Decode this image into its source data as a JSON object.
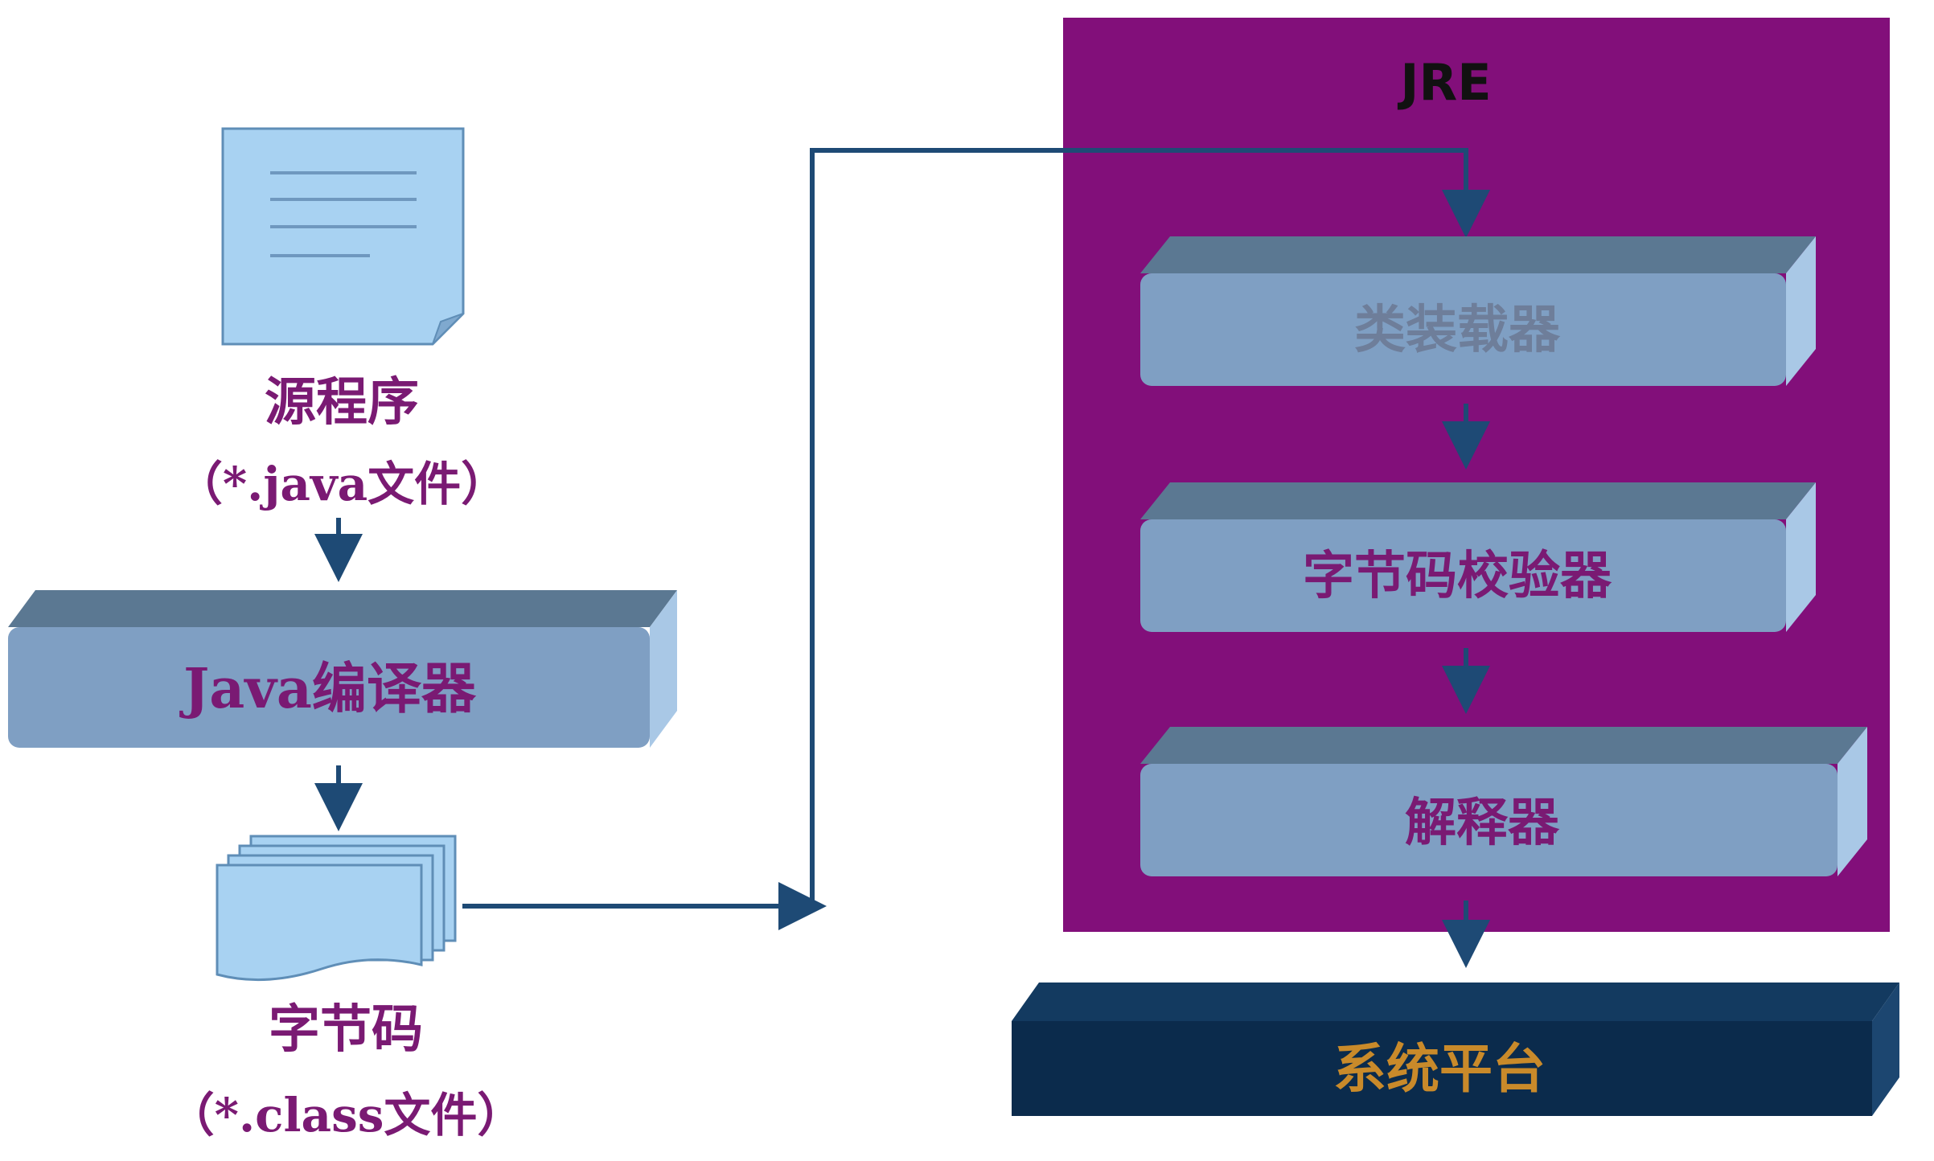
{
  "source": {
    "title": "源程序",
    "subtitle": "（*.java文件）"
  },
  "compiler": {
    "label": "Java编译器"
  },
  "bytecode": {
    "title": "字节码",
    "subtitle": "（*.class文件）"
  },
  "jre": {
    "title": "JRE",
    "components": [
      {
        "label": "类装载器"
      },
      {
        "label": "字节码校验器"
      },
      {
        "label": "解释器"
      }
    ]
  },
  "platform": {
    "label": "系统平台"
  },
  "colors": {
    "jre_background": "#820f7a",
    "block_face": "#7f9fc3",
    "block_top": "#5b7892",
    "block_side": "#a9c8e6",
    "doc_fill": "#a8d2f2",
    "arrow": "#1e4a75",
    "label_purple": "#7a1a73",
    "platform_fill": "#0b2b4c",
    "platform_text": "#c98a2a"
  },
  "icons": {
    "source_file": "document-icon",
    "bytecode_files": "document-stack-icon"
  }
}
